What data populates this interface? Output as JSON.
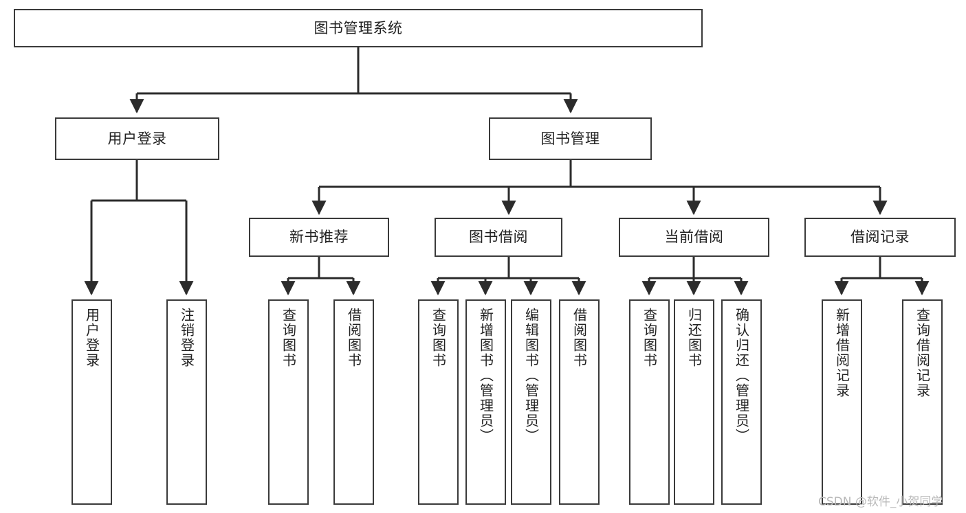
{
  "diagram": {
    "type": "tree-hierarchy",
    "title": "图书管理系统",
    "watermark": "CSDN @软件_小贺同学",
    "colors": {
      "box_border": "#3a3a3a",
      "box_fill": "#ffffff",
      "edge": "#2b2b2b",
      "text": "#222222",
      "watermark": "#b8b8b8",
      "background": "#ffffff"
    },
    "nodes": {
      "root": {
        "label": "图书管理系统",
        "level": 1
      },
      "l2": [
        {
          "id": "user-login",
          "label": "用户登录",
          "level": 2
        },
        {
          "id": "book-manage",
          "label": "图书管理",
          "level": 2
        }
      ],
      "l3": [
        {
          "id": "new-book-rec",
          "label": "新书推荐",
          "level": 3,
          "parent": "book-manage"
        },
        {
          "id": "book-borrow",
          "label": "图书借阅",
          "level": 3,
          "parent": "book-manage"
        },
        {
          "id": "current-borrow",
          "label": "当前借阅",
          "level": 3,
          "parent": "book-manage"
        },
        {
          "id": "borrow-record",
          "label": "借阅记录",
          "level": 3,
          "parent": "book-manage"
        }
      ],
      "leaves": [
        {
          "id": "leaf-user-login",
          "label": "用户登录",
          "parent": "user-login"
        },
        {
          "id": "leaf-user-logout",
          "label": "注销登录",
          "parent": "user-login"
        },
        {
          "id": "leaf-rec-query-book",
          "label": "查询图书",
          "parent": "new-book-rec"
        },
        {
          "id": "leaf-rec-borrow-book",
          "label": "借阅图书",
          "parent": "new-book-rec"
        },
        {
          "id": "leaf-borrow-query-book",
          "label": "查询图书",
          "parent": "book-borrow"
        },
        {
          "id": "leaf-borrow-add-book",
          "label": "新增图书（管理员）",
          "parent": "book-borrow"
        },
        {
          "id": "leaf-borrow-edit-book",
          "label": "编辑图书（管理员）",
          "parent": "book-borrow"
        },
        {
          "id": "leaf-borrow-borrow-book",
          "label": "借阅图书",
          "parent": "book-borrow"
        },
        {
          "id": "leaf-cur-query-book",
          "label": "查询图书",
          "parent": "current-borrow"
        },
        {
          "id": "leaf-cur-return-book",
          "label": "归还图书",
          "parent": "current-borrow"
        },
        {
          "id": "leaf-cur-confirm-return",
          "label": "确认归还（管理员）",
          "parent": "current-borrow"
        },
        {
          "id": "leaf-rec-add-record",
          "label": "新增借阅记录",
          "parent": "borrow-record"
        },
        {
          "id": "leaf-rec-query-record",
          "label": "查询借阅记录",
          "parent": "borrow-record"
        }
      ]
    }
  }
}
